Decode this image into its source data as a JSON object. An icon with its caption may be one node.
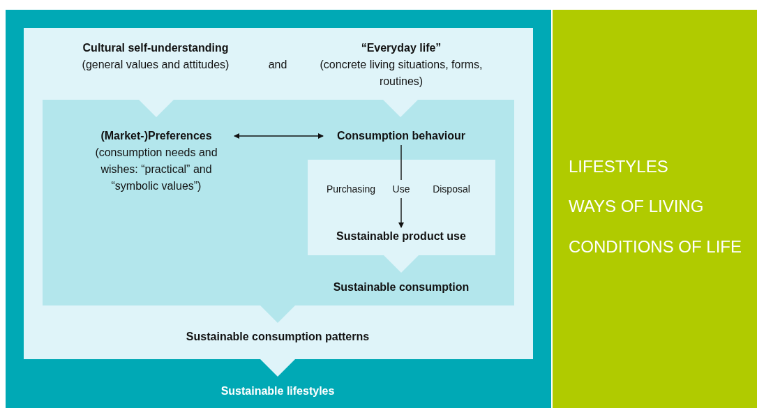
{
  "diagram": {
    "nodes": [
      {
        "text": [
          "Sustainable lifestyles"
        ]
      },
      {
        "text": [
          "Sustainable consumption patterns"
        ],
        "in": 0
      },
      {
        "text": [
          "Cultural self-understanding",
          "(general values and attitudes)"
        ],
        "in": 1
      },
      {
        "text": [
          "“Everyday life”",
          "(concrete living situations, forms, routines)"
        ],
        "in": 1
      },
      {
        "text": [
          "Sustainable consumption"
        ],
        "in": 1
      },
      {
        "text": [
          "(Market-)Preferences",
          "(consumption needs and wishes: “practical” and “symbolic values”)"
        ],
        "in": 4
      },
      {
        "text": [
          "Consumption behaviour"
        ],
        "in": 4
      },
      {
        "text": [],
        "shape": "box",
        "in": 4
      },
      {
        "text": [
          "Purchasing"
        ],
        "in": 7
      },
      {
        "text": [
          "Use"
        ],
        "in": 7
      },
      {
        "text": [
          "Disposal"
        ],
        "in": 7
      },
      {
        "text": [
          "Sustainable product use"
        ],
        "in": 7
      },
      {
        "text": [
          "LIFESTYLES",
          "WAYS OF LIVING",
          "CONDITIONS OF LIFE"
        ]
      }
    ],
    "edges": [
      {
        "from": 5,
        "to": 6,
        "arrow": "both"
      },
      {
        "from": 6,
        "to": 9,
        "arrow": "none"
      },
      {
        "from": 9,
        "to": 11,
        "arrow": "to"
      }
    ],
    "labels": [
      "and"
    ]
  }
}
